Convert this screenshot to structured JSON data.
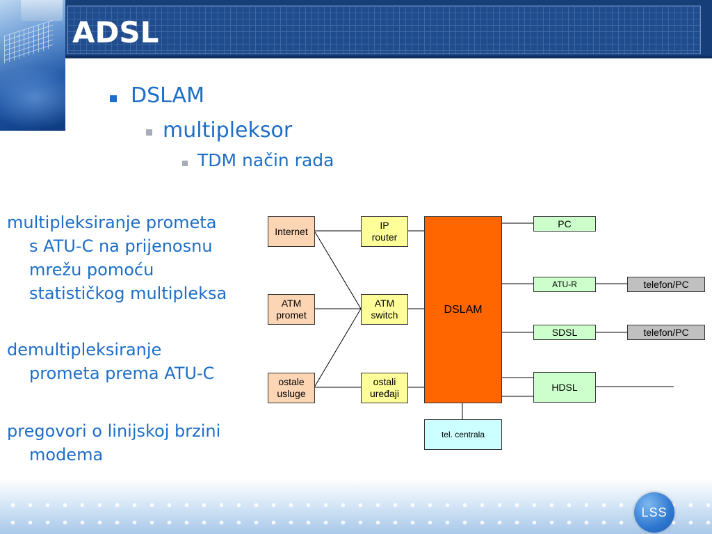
{
  "slide": {
    "title": "ADSL",
    "bullets": {
      "level1": "DSLAM",
      "level2": "multipleksor",
      "level3": "TDM način rada"
    },
    "left_text": {
      "block1": {
        "line1": "multipleksiranje prometa",
        "line2": "s ATU-C na prijenosnu",
        "line3": "mrežu pomoću",
        "line4": "statističkog multipleksa"
      },
      "block2": {
        "line1": "demultipleksiranje",
        "line2": "prometa prema ATU-C"
      },
      "block3": {
        "line1": "pregovori o linijskoj brzini",
        "line2": "modema"
      }
    },
    "logo_text": "LSS"
  },
  "diagram": {
    "internet": "Internet",
    "atm_promet": {
      "line1": "ATM",
      "line2": "promet"
    },
    "ostale_usluge": {
      "line1": "ostale",
      "line2": "usluge"
    },
    "ip_router": {
      "line1": "IP",
      "line2": "router"
    },
    "atm_switch": {
      "line1": "ATM",
      "line2": "switch"
    },
    "ostali_uredjaji": {
      "line1": "ostali",
      "line2": "uređaji"
    },
    "dslam": "DSLAM",
    "tel_centrala": "tel. centrala",
    "pc": "PC",
    "atu_r": "ATU-R",
    "sdsl": "SDSL",
    "hdsl": "HDSL",
    "telefon_pc_1": "telefon/PC",
    "telefon_pc_2": "telefon/PC",
    "colors": {
      "source_boxes": "#fcd5b4",
      "middle_boxes": "#ffff99",
      "dslam": "#ff6600",
      "line_boxes": "#ccffcc",
      "end_boxes": "#c0c0c0",
      "centrala": "#ccffff"
    }
  }
}
